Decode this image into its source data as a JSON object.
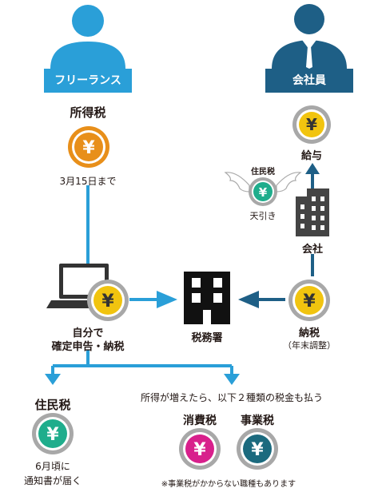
{
  "freelance": {
    "label": "フリーランス"
  },
  "employee": {
    "label": "会社員"
  },
  "income_tax": {
    "title": "所得税",
    "deadline": "3月15日まで"
  },
  "salary": {
    "label": "給与"
  },
  "resident_tax_company": {
    "badge": "住民税",
    "withholding": "天引き"
  },
  "company": {
    "label": "会社"
  },
  "tax_office": {
    "label": "税務署"
  },
  "self_filing": {
    "line1": "自分で",
    "line2": "確定申告・納税"
  },
  "employee_payment": {
    "line1": "納税",
    "line2": "（年末調整）"
  },
  "resident_tax": {
    "title": "住民税",
    "note_line1": "6月頃に",
    "note_line2": "通知書が届く"
  },
  "additional_taxes": {
    "heading": "所得が増えたら、以下２種類の税金も払う",
    "consumption_tax": "消費税",
    "business_tax": "事業税",
    "footnote": "※事業税がかからない職種もあります"
  },
  "yen_symbol": "¥",
  "colors": {
    "freelance_blue": "#2a9fd8",
    "employee_navy": "#1e5f86",
    "income_orange": "#e88f1a",
    "resident_green": "#1fad8c",
    "consumption_magenta": "#d8208c",
    "business_teal": "#1b6a7e",
    "employee_yellow": "#f1c40f",
    "building_dark": "#333333"
  },
  "icons": [
    "person-icon",
    "yen-coin-icon",
    "laptop-icon",
    "building-icon",
    "office-building-icon",
    "angel-wings-icon",
    "arrow-icon"
  ]
}
